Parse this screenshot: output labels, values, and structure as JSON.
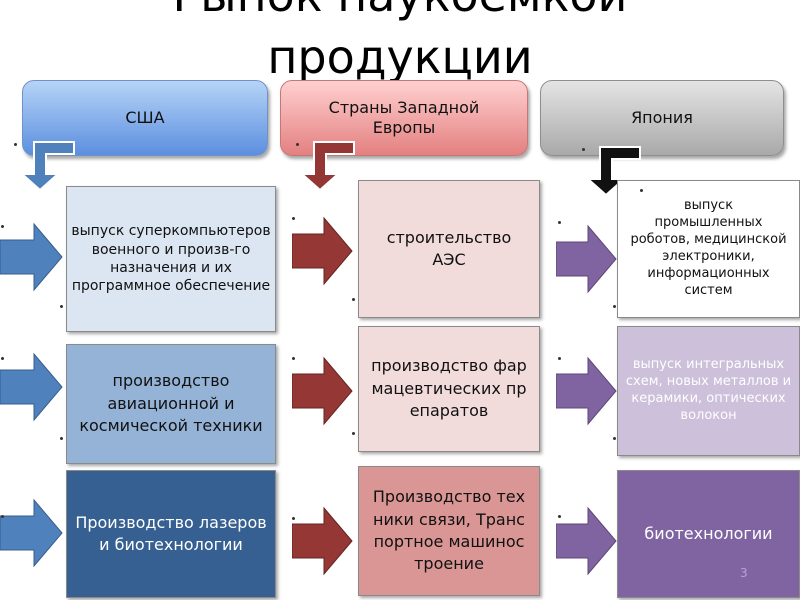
{
  "title": {
    "line1": "Рынок наукоемкой",
    "line2": "продукции"
  },
  "columns": [
    {
      "header": "США",
      "items": [
        "выпуск суперкомпьютеров военного и произв-го назначения и их программное обеспечение",
        "производство авиационной и космической техники",
        "Производство лазеров и биотехнологии"
      ]
    },
    {
      "header": "Страны Западной Европы",
      "items": [
        "строительство АЭС",
        "производство фармацевтических препаратов",
        "Производство техники связи, Транспортное машиностроение"
      ]
    },
    {
      "header": "Япония",
      "items": [
        "выпуск промышленных роботов, медицинской электроники, информационных систем",
        "выпуск интегральных схем, новых металлов и керамики, оптических волокон",
        "биотехнологии"
      ]
    }
  ],
  "page_number": "3",
  "colors": {
    "usa_header": "#5c8fe0",
    "europe_header": "#e48080",
    "japan_header": "#a9a9a9",
    "usa_arrow": "#4f81bd",
    "europe_arrow": "#943634",
    "japan_arrow": "#8064a2"
  }
}
